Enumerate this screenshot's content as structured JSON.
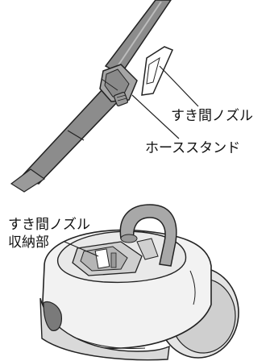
{
  "labels": {
    "crevice_nozzle": "すき間ノズル",
    "hose_stand": "ホーススタンド",
    "crevice_storage_line1": "すき間ノズル",
    "crevice_storage_line2": "収納部"
  },
  "colors": {
    "pipe": "#8c8c8c",
    "pipe_dark": "#6e6e6e",
    "line": "#222222",
    "body_gray": "#d9d9d9",
    "wheel_gray": "#bdbdbd",
    "dark_gray": "#7a7a7a"
  }
}
